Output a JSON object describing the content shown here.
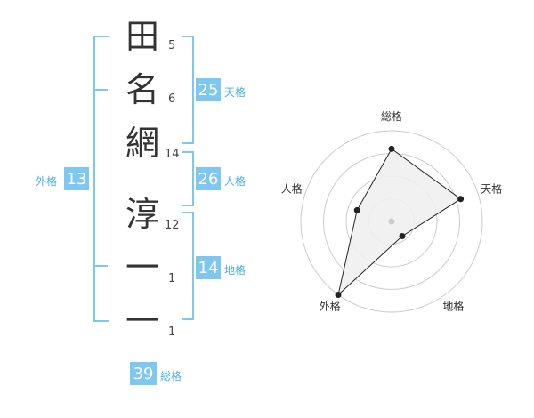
{
  "name": {
    "chars": [
      {
        "char": "田",
        "strokes": "5"
      },
      {
        "char": "名",
        "strokes": "6"
      },
      {
        "char": "網",
        "strokes": "14"
      },
      {
        "char": "淳",
        "strokes": "12"
      },
      {
        "char": "一",
        "strokes": "1"
      },
      {
        "char": "一",
        "strokes": "1"
      }
    ]
  },
  "fortune": {
    "tenkaku": {
      "label": "天格",
      "value": "25"
    },
    "jinkaku": {
      "label": "人格",
      "value": "26"
    },
    "chikaku": {
      "label": "地格",
      "value": "14"
    },
    "gaikaku": {
      "label": "外格",
      "value": "13"
    },
    "soukaku": {
      "label": "総格",
      "value": "39"
    }
  },
  "chart_data": {
    "type": "radar",
    "axes": [
      "総格",
      "天格",
      "地格",
      "外格",
      "人格"
    ],
    "series": [
      {
        "values": [
          4,
          4,
          1,
          5,
          2
        ]
      }
    ],
    "rmax": 5,
    "rings": 4,
    "colors": {
      "fill": "#efefef",
      "line": "#222222",
      "ring": "#cccccc",
      "center": "#cccccc"
    }
  }
}
